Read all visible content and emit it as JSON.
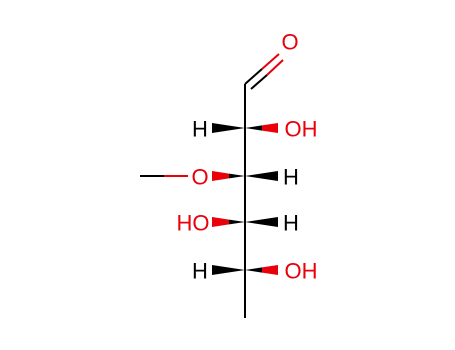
{
  "molecule": {
    "colors": {
      "bond": "#000000",
      "oxygen": "#e8000b",
      "hydrogen": "#000000",
      "background": "#ffffff"
    },
    "atom_labels": {
      "aldehyde_o": "O",
      "c2_oh": "OH",
      "c2_h": "H",
      "c3_o": "O",
      "c3_h": "H",
      "c4_ho": "HO",
      "c4_h": "H",
      "c5_h": "H",
      "c5_oh": "OH"
    }
  }
}
